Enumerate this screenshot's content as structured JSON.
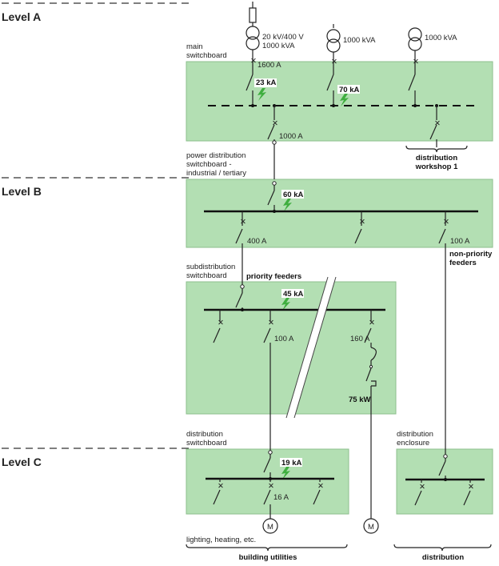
{
  "levels": {
    "a": "Level A",
    "b": "Level B",
    "c": "Level C"
  },
  "labels": {
    "main_switchboard_1": "main",
    "main_switchboard_2": "switchboard",
    "tf1_line1": "20 kV/400 V",
    "tf1_line2": "1000 kVA",
    "tf2": "1000 kVA",
    "tf3": "1000 kVA",
    "main_in_current": "1600 A",
    "fault_a1": "23 kA",
    "fault_a2": "70 kA",
    "main_out_current": "1000 A",
    "workshop_1": "distribution",
    "workshop_2": "workshop 1",
    "pds_1": "power distribution",
    "pds_2": "switchboard -",
    "pds_3": "industrial / tertiary",
    "fault_b": "60 kA",
    "b_out_400": "400 A",
    "b_out_100": "100 A",
    "nonpriority_1": "non-priority",
    "nonpriority_2": "feeders",
    "subdist_1": "subdistribution",
    "subdist_2": "switchboard",
    "priority": "priority feeders",
    "fault_sub": "45 kA",
    "sub_100": "100 A",
    "sub_160": "160 A",
    "motor_power": "75 kW",
    "dist_sw_1": "distribution",
    "dist_sw_2": "switchboard",
    "fault_c": "19 kA",
    "c_16": "16 A",
    "dist_enc_1": "distribution",
    "dist_enc_2": "enclosure",
    "lighting": "lighting, heating, etc.",
    "building_utilities": "building utilities",
    "distribution": "distribution",
    "motor_symbol": "M"
  }
}
